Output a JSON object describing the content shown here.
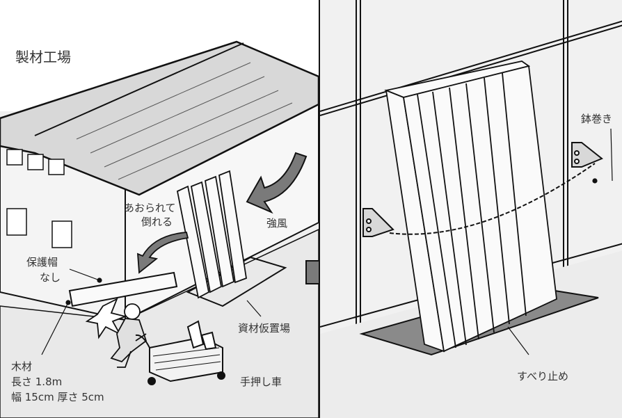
{
  "left_scene": {
    "title": "製材工場",
    "labels": {
      "blown_over_line1": "あおられて",
      "blown_over_line2": "倒れる",
      "strong_wind": "強風",
      "no_helmet_line1": "保護帽",
      "no_helmet_line2": "なし",
      "material_storage": "資材仮置場",
      "hand_cart": "手押し車",
      "lumber_title": "木材",
      "lumber_length": "長さ 1.8m",
      "lumber_size": "幅 15cm  厚さ 5cm"
    }
  },
  "right_scene": {
    "labels": {
      "chain_wrap": "鉢巻き",
      "anti_slip": "すべり止め"
    }
  },
  "colors": {
    "line": "#111111",
    "background": "#efefef",
    "roof": "#d8d8d8",
    "arrow_fill": "#7a7a7a",
    "mat_fill": "#8a8a8a"
  }
}
